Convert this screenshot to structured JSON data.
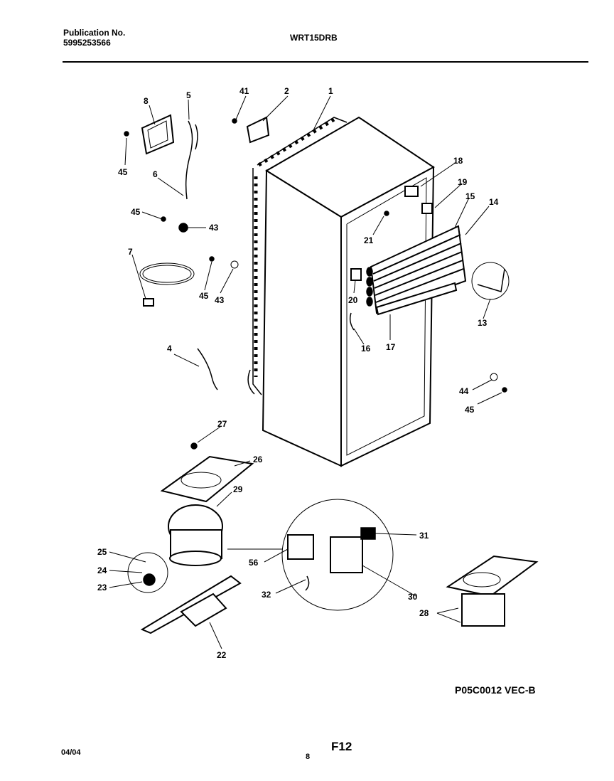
{
  "header": {
    "publication_label": "Publication No.",
    "publication_number": "5995253566",
    "model": "WRT15DRB"
  },
  "footer": {
    "drawing_code": "P05C0012 VEC-B",
    "figure": "F12",
    "date": "04/04",
    "page": "8"
  },
  "callouts": {
    "c1": "1",
    "c2": "2",
    "c4": "4",
    "c5": "5",
    "c6": "6",
    "c7": "7",
    "c8": "8",
    "c13": "13",
    "c14": "14",
    "c15": "15",
    "c16": "16",
    "c17": "17",
    "c18": "18",
    "c19": "19",
    "c20": "20",
    "c21": "21",
    "c22": "22",
    "c23": "23",
    "c24": "24",
    "c25": "25",
    "c26": "26",
    "c27": "27",
    "c28": "28",
    "c29": "29",
    "c30": "30",
    "c31": "31",
    "c32": "32",
    "c41": "41",
    "c43a": "43",
    "c43b": "43",
    "c44": "44",
    "c45a": "45",
    "c45b": "45",
    "c45c": "45",
    "c45d": "45",
    "c56": "56"
  }
}
